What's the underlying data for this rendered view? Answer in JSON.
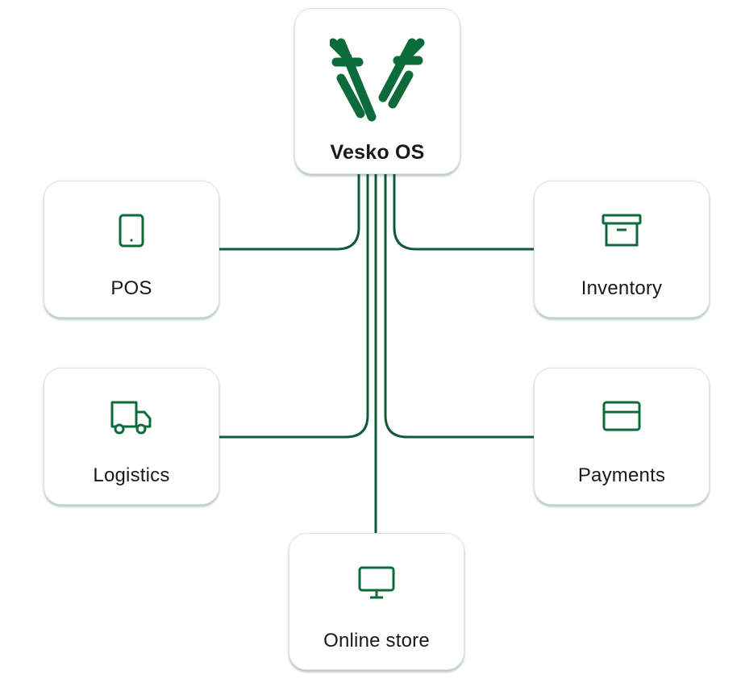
{
  "colors": {
    "brand_green": "#0b6b3a",
    "line_green": "#0f5a37",
    "text": "#161a18"
  },
  "hub": {
    "label": "Vesko OS",
    "icon": "vesko-antler-logo-icon"
  },
  "modules": [
    {
      "key": "pos",
      "label": "POS",
      "icon": "tablet-icon"
    },
    {
      "key": "inventory",
      "label": "Inventory",
      "icon": "archive-box-icon"
    },
    {
      "key": "logistics",
      "label": "Logistics",
      "icon": "delivery-truck-icon"
    },
    {
      "key": "payments",
      "label": "Payments",
      "icon": "credit-card-icon"
    },
    {
      "key": "online",
      "label": "Online store",
      "icon": "desktop-monitor-icon"
    }
  ]
}
